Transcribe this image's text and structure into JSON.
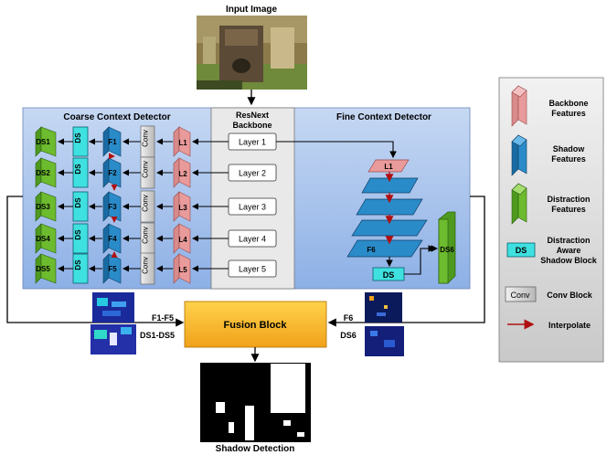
{
  "diagram": {
    "input_title": "Input Image",
    "output_title": "Shadow Detection",
    "coarse_title": "Coarse Context Detector",
    "fine_title": "Fine Context Detector",
    "backbone_title_line1": "ResNext",
    "backbone_title_line2": "Backbone",
    "layers": [
      "Layer 1",
      "Layer 2",
      "Layer 3",
      "Layer 4",
      "Layer 5"
    ],
    "ds_outputs": [
      "DS1",
      "DS2",
      "DS3",
      "DS4",
      "DS5"
    ],
    "ds_label": "DS",
    "f_labels": [
      "F1",
      "F2",
      "F3",
      "F4",
      "F5"
    ],
    "conv_label": "Conv",
    "l_labels": [
      "L1",
      "L2",
      "L3",
      "L4",
      "L5"
    ],
    "fine_l1": "L1",
    "fine_f6": "F6",
    "fine_ds": "DS",
    "fine_ds6": "DS6",
    "fusion_label": "Fusion Block",
    "left_inputs_line1": "F1-F5",
    "left_inputs_line2": "DS1-DS5",
    "right_inputs_line1": "F6",
    "right_inputs_line2": "DS6"
  },
  "legend": {
    "backbone": [
      "Backbone",
      "Features"
    ],
    "shadow": [
      "Shadow",
      "Features"
    ],
    "distraction": [
      "Distraction",
      "Features"
    ],
    "ds_box": "DS",
    "ds_aware": [
      "Distraction",
      "Aware",
      "Shadow Block"
    ],
    "conv_box": "Conv",
    "conv_text": "Conv Block",
    "interpolate": "Interpolate"
  },
  "colors": {
    "backbone_pink": "#e99a9a",
    "shadow_blue": "#2a8bc9",
    "distraction_green": "#6dbb2e",
    "ds_cyan": "#3fe0e0",
    "conv_gray": "#d4d4d4",
    "fusion_orange": "#f4b41a",
    "interpolate_red": "#b01010",
    "panel_blue": "#a9c4ea"
  }
}
